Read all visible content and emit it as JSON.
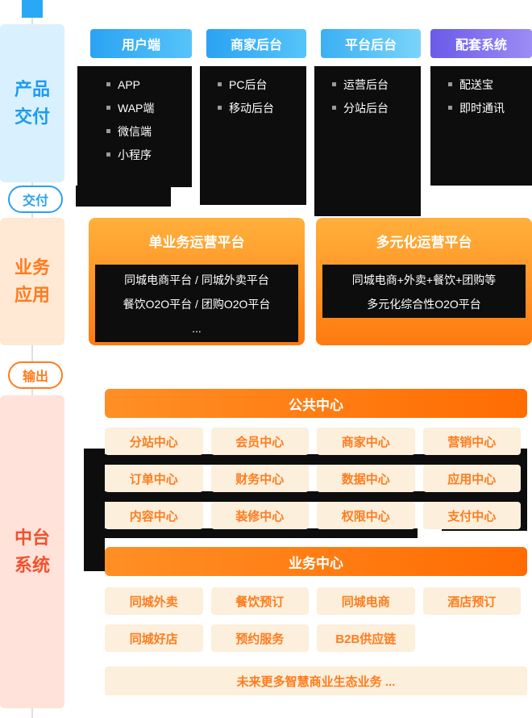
{
  "colors": {
    "blue": "#2AA0F2",
    "orange": "#FF7C1E",
    "purple": "#6A5AE8"
  },
  "product_section": {
    "label_line1": "产品",
    "label_line2": "交付",
    "columns": [
      {
        "title": "用户端",
        "items": [
          "APP",
          "WAP端",
          "微信端",
          "小程序"
        ]
      },
      {
        "title": "商家后台",
        "items": [
          "PC后台",
          "移动后台"
        ]
      },
      {
        "title": "平台后台",
        "items": [
          "运营后台",
          "分站后台"
        ]
      },
      {
        "title": "配套系统",
        "items": [
          "配送宝",
          "即时通讯"
        ]
      }
    ]
  },
  "deliver_badge": "交付",
  "business_section": {
    "label_line1": "业务",
    "label_line2": "应用",
    "cards": [
      {
        "title": "单业务运营平台",
        "lines": [
          "同城电商平台 / 同城外卖平台",
          "餐饮O2O平台 / 团购O2O平台",
          "..."
        ]
      },
      {
        "title": "多元化运营平台",
        "lines": [
          "同城电商+外卖+餐饮+团购等",
          "多元化综合性O2O平台"
        ]
      }
    ]
  },
  "output_badge": "输出",
  "middle_section": {
    "label_line1": "中台",
    "label_line2": "系统",
    "public_center": {
      "header": "公共中心",
      "cells": [
        "分站中心",
        "会员中心",
        "商家中心",
        "营销中心",
        "订单中心",
        "财务中心",
        "数据中心",
        "应用中心",
        "内容中心",
        "装修中心",
        "权限中心",
        "支付中心"
      ]
    },
    "business_center": {
      "header": "业务中心",
      "cells": [
        "同城外卖",
        "餐饮预订",
        "同城电商",
        "酒店预订",
        "同城好店",
        "预约服务",
        "B2B供应链"
      ]
    },
    "future": "未来更多智慧商业生态业务 ..."
  }
}
